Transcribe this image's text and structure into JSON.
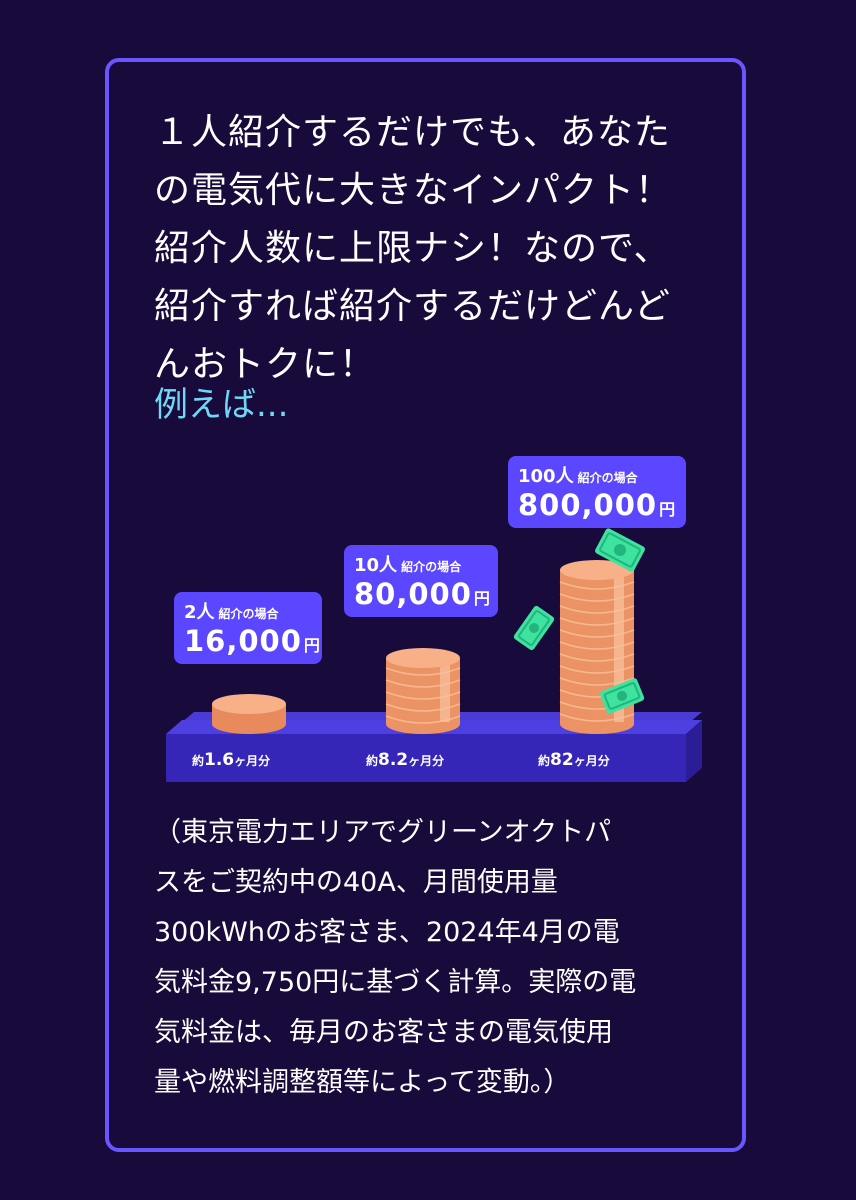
{
  "lead": {
    "lines": [
      "１人紹介するだけでも、あなた",
      "の電気代に大きなインパクト！",
      "紹介人数に上限ナシ！なので、",
      "紹介すれば紹介するだけどんど",
      "んおトクに！"
    ],
    "example": "例えば..."
  },
  "scenarios": [
    {
      "count": "2人",
      "suffix": "紹介の場合",
      "amount": "16,000",
      "currency": "円",
      "months_prefix": "約",
      "months_value": "1.6",
      "months_unit": "ヶ月分"
    },
    {
      "count": "10人",
      "suffix": "紹介の場合",
      "amount": "80,000",
      "currency": "円",
      "months_prefix": "約",
      "months_value": "8.2",
      "months_unit": "ヶ月分"
    },
    {
      "count": "100人",
      "suffix": "紹介の場合",
      "amount": "800,000",
      "currency": "円",
      "months_prefix": "約",
      "months_value": "82",
      "months_unit": "ヶ月分"
    }
  ],
  "note": {
    "lines": [
      "（東京電力エリアでグリーンオクトパ",
      "スをご契約中の40A、月間使用量",
      "300kWhのお客さま、2024年4月の電",
      "気料金9,750円に基づく計算。実際の電",
      "気料金は、毎月のお客さまの電気使用",
      "量や燃料調整額等によって変動。）"
    ]
  },
  "colors": {
    "background": "#180a3a",
    "card_border": "#6a56ff",
    "accent_text": "#6fd8f6",
    "label_bg": "#5b47ff",
    "coin": "#f5a878",
    "bill": "#3ee3a0"
  }
}
